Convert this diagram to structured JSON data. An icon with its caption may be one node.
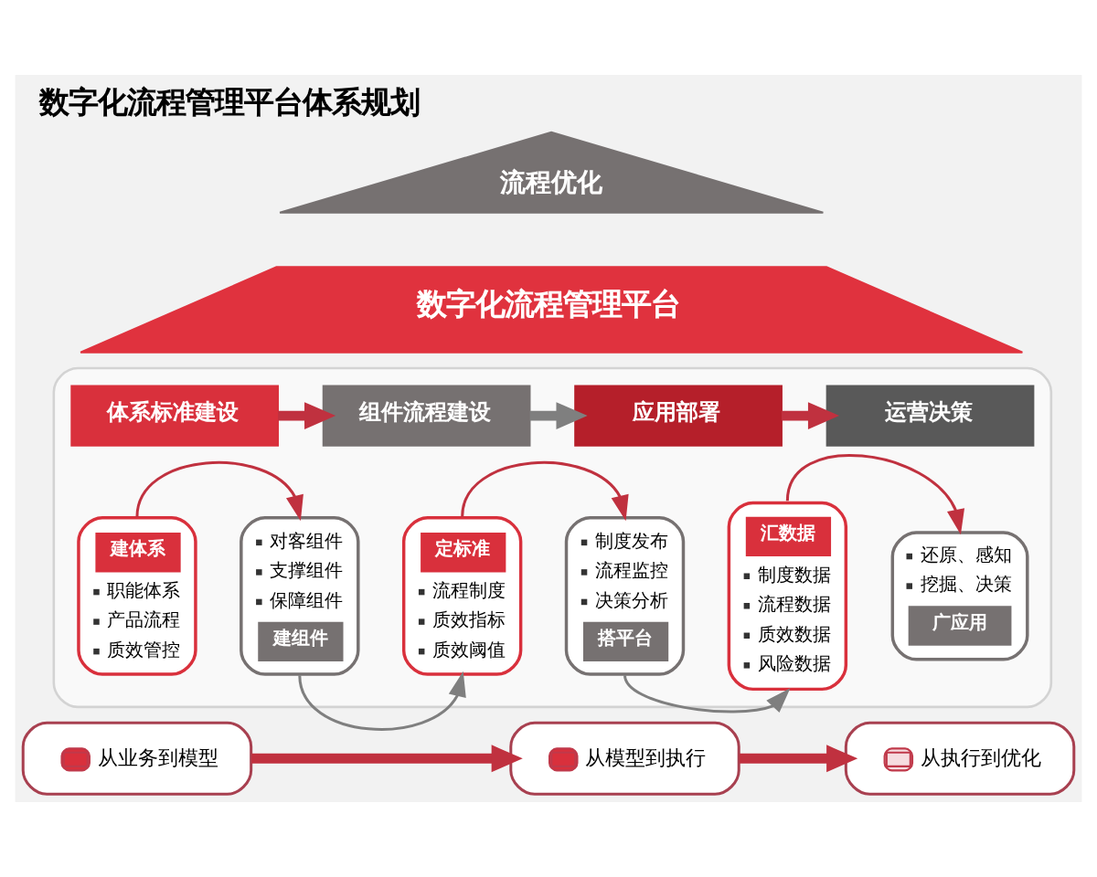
{
  "diagram": {
    "title": "数字化流程管理平台体系规划",
    "nodes": [
      {
        "text": [
          "流程优化"
        ]
      },
      {
        "text": [
          "数字化流程管理平台"
        ]
      },
      {
        "text": [],
        "shape": "box"
      },
      {
        "text": [
          "体系标准建设"
        ],
        "in": 2
      },
      {
        "text": [
          "组件流程建设"
        ],
        "in": 2
      },
      {
        "text": [
          "应用部署"
        ],
        "in": 2
      },
      {
        "text": [
          "运营决策"
        ],
        "in": 2
      },
      {
        "text": [
          "建体系",
          "职能体系",
          "产品流程",
          "质效管控"
        ],
        "in": 2
      },
      {
        "text": [
          "对客组件",
          "支撑组件",
          "保障组件",
          "建组件"
        ],
        "in": 2
      },
      {
        "text": [
          "定标准",
          "流程制度",
          "质效指标",
          "质效阈值"
        ],
        "in": 2
      },
      {
        "text": [
          "制度发布",
          "流程监控",
          "决策分析",
          "搭平台"
        ],
        "in": 2
      },
      {
        "text": [
          "汇数据",
          "制度数据",
          "流程数据",
          "质效数据",
          "风险数据"
        ],
        "in": 2
      },
      {
        "text": [
          "还原、感知",
          "挖掘、决策",
          "广应用"
        ],
        "in": 2
      },
      {
        "text": [
          "从业务到模型"
        ]
      },
      {
        "text": [
          "从模型到执行"
        ]
      },
      {
        "text": [
          "从执行到优化"
        ]
      }
    ],
    "edges": [
      {
        "from": 3,
        "to": 4,
        "arrow": "to",
        "style": "thick"
      },
      {
        "from": 4,
        "to": 5,
        "arrow": "to",
        "style": "thick",
        "color": "#7f7f7f"
      },
      {
        "from": 5,
        "to": 6,
        "arrow": "to",
        "style": "thick"
      },
      {
        "from": 7,
        "to": 8,
        "arrow": "to"
      },
      {
        "from": 8,
        "to": 9,
        "arrow": "to",
        "color": "#7f7f7f"
      },
      {
        "from": 9,
        "to": 10,
        "arrow": "to"
      },
      {
        "from": 10,
        "to": 11,
        "arrow": "to",
        "color": "#7f7f7f"
      },
      {
        "from": 11,
        "to": 12,
        "arrow": "to"
      },
      {
        "from": 13,
        "to": 14,
        "arrow": "to",
        "style": "thick"
      },
      {
        "from": 14,
        "to": 15,
        "arrow": "to",
        "style": "thick"
      }
    ]
  }
}
